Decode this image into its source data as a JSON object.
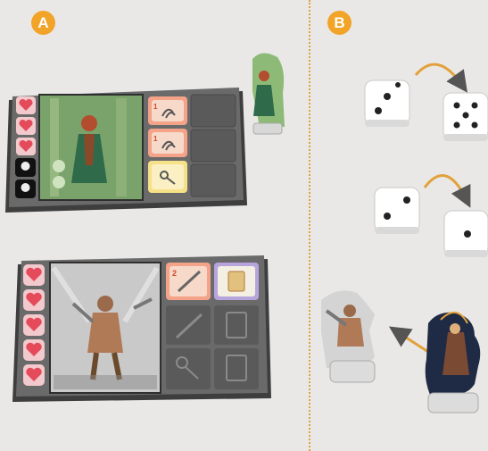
{
  "sections": [
    {
      "letter": "A",
      "color": "#f2a428"
    },
    {
      "letter": "B",
      "color": "#f2a428"
    }
  ],
  "board_top": {
    "hearts": 3,
    "skulls": 2,
    "character": "ranger-archer-green",
    "cards": [
      {
        "number": "1",
        "icon": "claw-icon",
        "color": "#f4a288"
      },
      {
        "number": "1",
        "icon": "claw-icon",
        "color": "#f4a288"
      },
      {
        "number": "",
        "icon": "key-icon",
        "color": "#f6e189"
      }
    ]
  },
  "board_bottom": {
    "hearts": 5,
    "character": "barbarian-warrior",
    "cards": [
      {
        "number": "2",
        "icon": "sword-icon",
        "color": "#f4a288"
      },
      {
        "number": "",
        "icon": "scroll-icon",
        "color": "#b8a4dd"
      }
    ],
    "empty_slots": [
      "sword-icon",
      "scroll-icon",
      "key-icon",
      "scroll-icon"
    ]
  },
  "dice": [
    {
      "from": 3,
      "to": 5
    },
    {
      "from": 2,
      "to": 1
    }
  ],
  "colors": {
    "accent": "#f2a428",
    "arrow": "#e2a23b",
    "heart": "#e54a5b"
  }
}
